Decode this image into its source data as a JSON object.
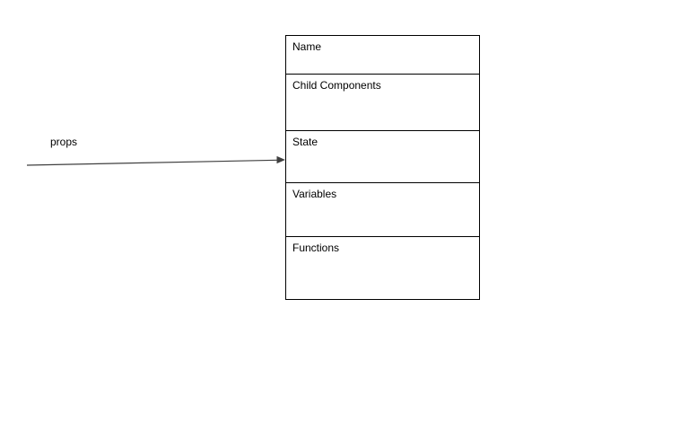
{
  "diagram": {
    "arrow": {
      "label": "props"
    },
    "box": {
      "sections": [
        {
          "label": "Name"
        },
        {
          "label": "Child Components"
        },
        {
          "label": "State"
        },
        {
          "label": "Variables"
        },
        {
          "label": "Functions"
        }
      ]
    },
    "colors": {
      "border": "#000000",
      "text": "#000000",
      "arrow": "#3f3f3f",
      "background": "#ffffff"
    }
  }
}
